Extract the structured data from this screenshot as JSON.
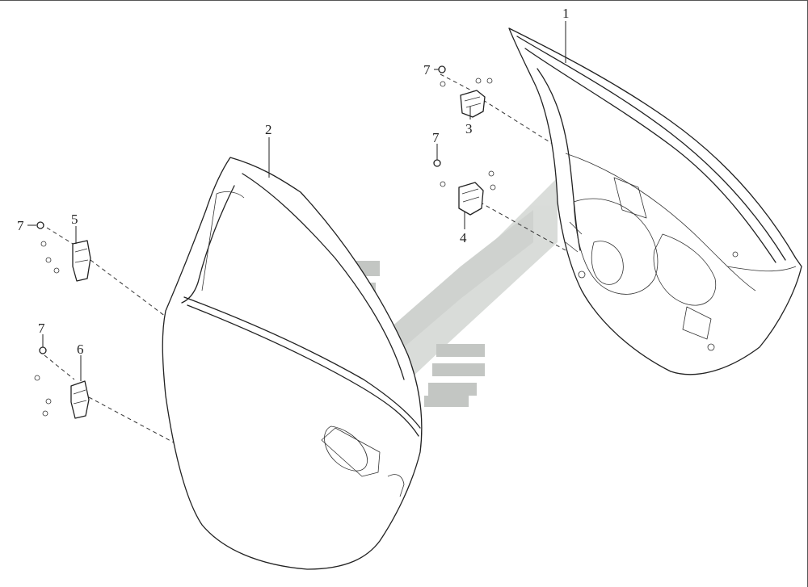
{
  "callouts": {
    "c1": "1",
    "c2": "2",
    "c3": "3",
    "c4": "4",
    "c5": "5",
    "c6": "6",
    "c7a": "7",
    "c7b": "7",
    "c7c": "7",
    "c7d": "7"
  },
  "colors": {
    "line": "#222222",
    "watermark": "#b9bdb9",
    "watermark_light": "#d3d7d3"
  },
  "icons": {
    "watermark": "chevron-stripes-logo"
  }
}
